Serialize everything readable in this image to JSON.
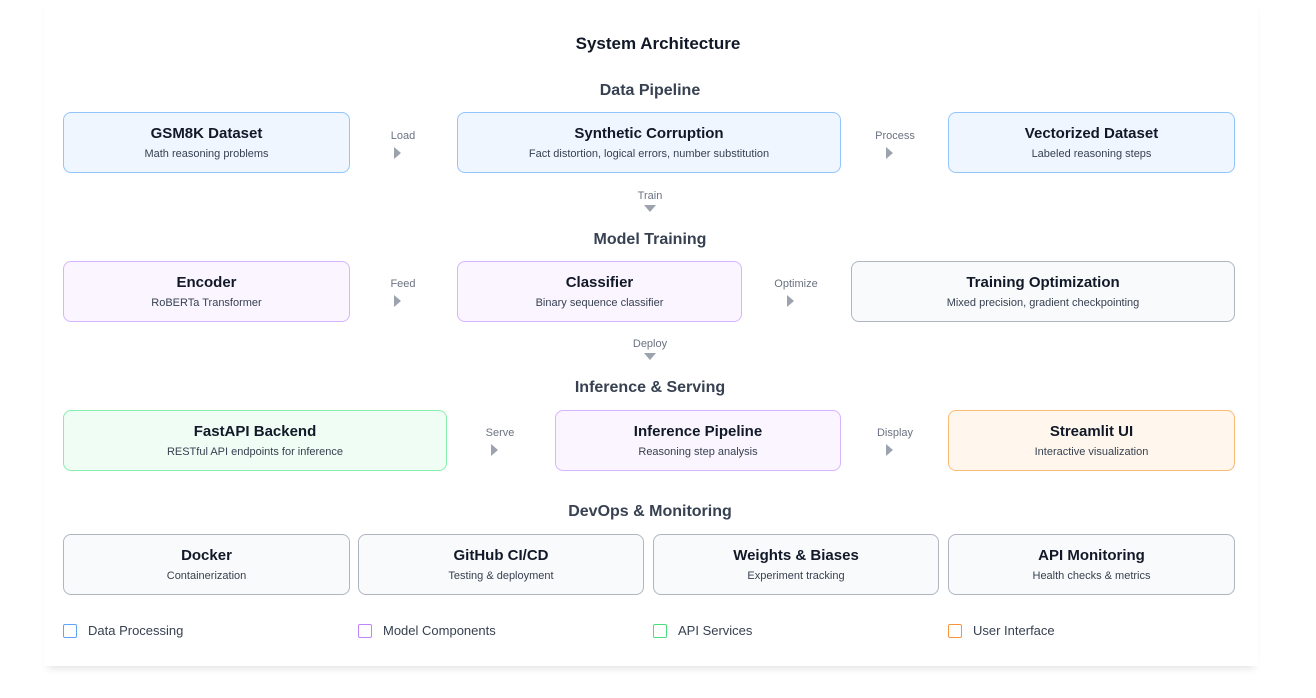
{
  "title": "System Architecture",
  "sections": {
    "data_pipeline": {
      "title": "Data Pipeline",
      "boxes": [
        {
          "name": "GSM8K Dataset",
          "desc": "Math reasoning problems"
        },
        {
          "name": "Synthetic Corruption",
          "desc": "Fact distortion, logical errors, number substitution"
        },
        {
          "name": "Vectorized Dataset",
          "desc": "Labeled reasoning steps"
        }
      ],
      "connectors": [
        "Load",
        "Process"
      ]
    },
    "model_training": {
      "title": "Model Training",
      "boxes": [
        {
          "name": "Encoder",
          "desc": "RoBERTa Transformer"
        },
        {
          "name": "Classifier",
          "desc": "Binary sequence classifier"
        },
        {
          "name": "Training Optimization",
          "desc": "Mixed precision, gradient checkpointing"
        }
      ],
      "connectors": [
        "Feed",
        "Optimize"
      ]
    },
    "inference": {
      "title": "Inference & Serving",
      "boxes": [
        {
          "name": "FastAPI Backend",
          "desc": "RESTful API endpoints for inference"
        },
        {
          "name": "Inference Pipeline",
          "desc": "Reasoning step analysis"
        },
        {
          "name": "Streamlit UI",
          "desc": "Interactive visualization"
        }
      ],
      "connectors": [
        "Serve",
        "Display"
      ]
    },
    "devops": {
      "title": "DevOps & Monitoring",
      "boxes": [
        {
          "name": "Docker",
          "desc": "Containerization"
        },
        {
          "name": "GitHub CI/CD",
          "desc": "Testing & deployment"
        },
        {
          "name": "Weights & Biases",
          "desc": "Experiment tracking"
        },
        {
          "name": "API Monitoring",
          "desc": "Health checks & metrics"
        }
      ]
    }
  },
  "vertical_connectors": [
    "Train",
    "Deploy"
  ],
  "legend": [
    {
      "label": "Data Processing",
      "color": "#60a5fa"
    },
    {
      "label": "Model Components",
      "color": "#c084fc"
    },
    {
      "label": "API Services",
      "color": "#4ade80"
    },
    {
      "label": "User Interface",
      "color": "#fb923c"
    }
  ],
  "colors": {
    "blue_fill": "#eff6ff",
    "blue_border": "#93c5fd",
    "purple_fill": "#faf5ff",
    "purple_border": "#d8b4fe",
    "green_fill": "#f0fdf4",
    "green_border": "#86efac",
    "orange_fill": "#fff7ed",
    "orange_border": "#fdba74",
    "gray_fill": "#f9fafb",
    "gray_border": "#b0b6bf"
  }
}
